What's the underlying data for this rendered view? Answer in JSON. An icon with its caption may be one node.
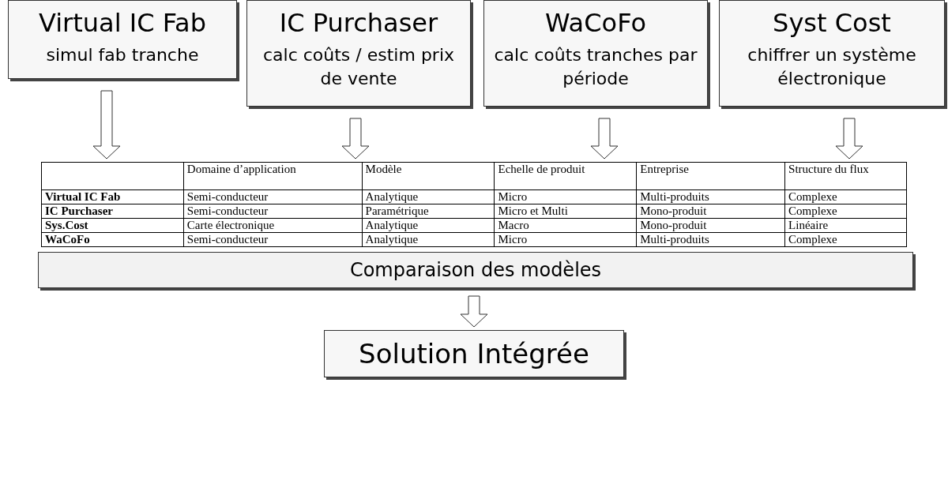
{
  "diagram": {
    "nodes": [
      {
        "text": [
          "Virtual IC Fab",
          "simul fab tranche"
        ]
      },
      {
        "text": [
          "IC Purchaser",
          "calc coûts / estim prix de vente"
        ]
      },
      {
        "text": [
          "WaCoFo",
          "calc coûts tranches par période"
        ]
      },
      {
        "text": [
          "Syst Cost",
          "chiffrer un système électronique"
        ]
      },
      {
        "text": [
          "Comparaison des modèles"
        ]
      },
      {
        "text": [
          "Solution Intégrée"
        ]
      }
    ],
    "edges": [
      {
        "from": 0,
        "to": 4,
        "arrow": "to"
      },
      {
        "from": 1,
        "to": 4,
        "arrow": "to"
      },
      {
        "from": 2,
        "to": 4,
        "arrow": "to"
      },
      {
        "from": 3,
        "to": 4,
        "arrow": "to"
      },
      {
        "from": 4,
        "to": 5,
        "arrow": "to"
      }
    ],
    "labels": [
      "Domaine d’application",
      "Modèle",
      "Echelle de produit",
      "Entreprise",
      "Structure du flux",
      "Virtual IC Fab",
      "Semi-conducteur",
      "Analytique",
      "Micro",
      "Multi-produits",
      "Complexe",
      "IC Purchaser",
      "Semi-conducteur",
      "Paramétrique",
      "Micro et Multi",
      "Mono-produit",
      "Complexe",
      "Sys.Cost",
      "Carte électronique",
      "Analytique",
      "Macro",
      "Mono-produit",
      "Linéaire",
      "WaCoFo",
      "Semi-conducteur",
      "Analytique",
      "Micro",
      "Multi-produits",
      "Complexe"
    ]
  }
}
